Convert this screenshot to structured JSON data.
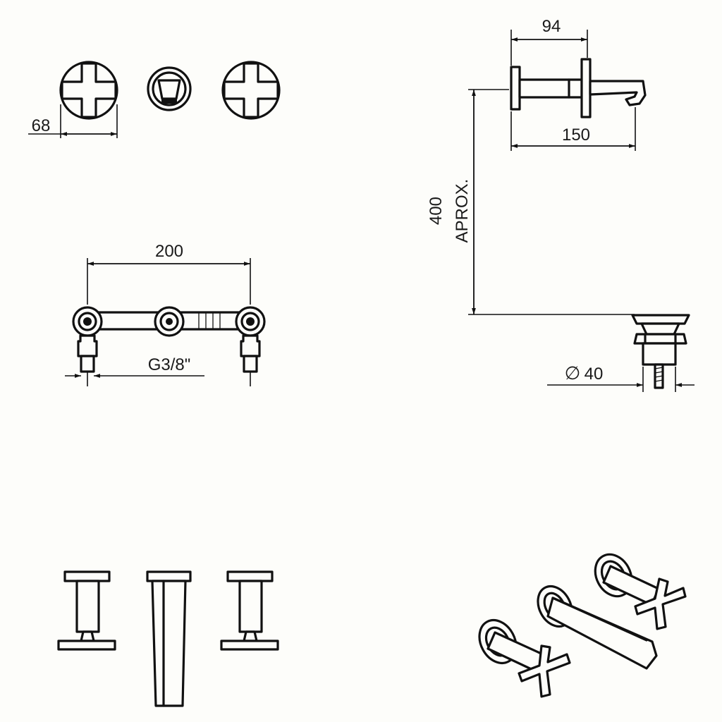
{
  "dimensions": {
    "handle_diameter": "68",
    "spout_projection_wall": "94",
    "spout_length": "150",
    "spout_height": "400",
    "spout_height_note": "APROX.",
    "handle_spacing": "200",
    "thread": "G3/8\"",
    "waste_diameter_symbol": "∅",
    "waste_diameter": "40"
  },
  "colors": {
    "line": "#111111",
    "background": "#fdfdfa"
  }
}
